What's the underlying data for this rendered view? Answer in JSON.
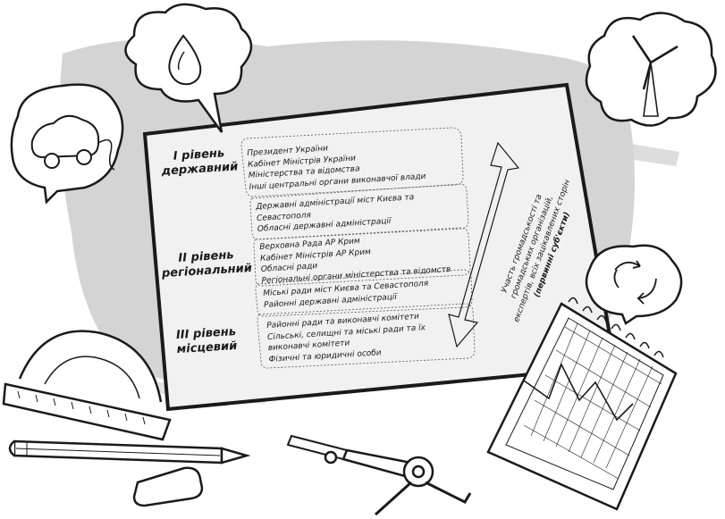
{
  "levels": [
    {
      "line1": "I рівень",
      "line2": "державний"
    },
    {
      "line1": "II рівень",
      "line2": "регіональний"
    },
    {
      "line1": "III рівень",
      "line2": "місцевий"
    }
  ],
  "blocks": {
    "state": [
      "Президент України",
      "Кабінет Міністрів України",
      "Міністерства та відомства",
      "Інші центральні органи виконавчої влади"
    ],
    "city_admins": [
      "Державні адміністрації міст Києва та",
      "Севастополя",
      "Обласні державні адміністрації"
    ],
    "crimea": [
      "Верховна Рада АР Крим",
      "Кабінет Міністрів АР Крим",
      "Обласні ради",
      "Регіональні органи міністерства та відомств"
    ],
    "city_councils": [
      "Міські ради міст Києва та Севастополя",
      "Районні державні адміністрації"
    ],
    "local": [
      "Районні ради та виконавчі комітети",
      "Сільські, селищні та міські ради та їх",
      "виконавчі комітети",
      "Фізичні та юридичні особи"
    ]
  },
  "side_note": {
    "lines": [
      "Участь громадськості та",
      "громадських організацій,",
      "експертів, всіх зацікавлених сторін"
    ],
    "bold_line": "(первинні суб'єкти)"
  },
  "icons": [
    "water-drop-icon",
    "electric-car-icon",
    "wind-turbine-icon",
    "recycle-icon",
    "chart-notebook-icon",
    "protractor-icon",
    "pencil-icon",
    "eraser-icon",
    "compass-icon"
  ]
}
